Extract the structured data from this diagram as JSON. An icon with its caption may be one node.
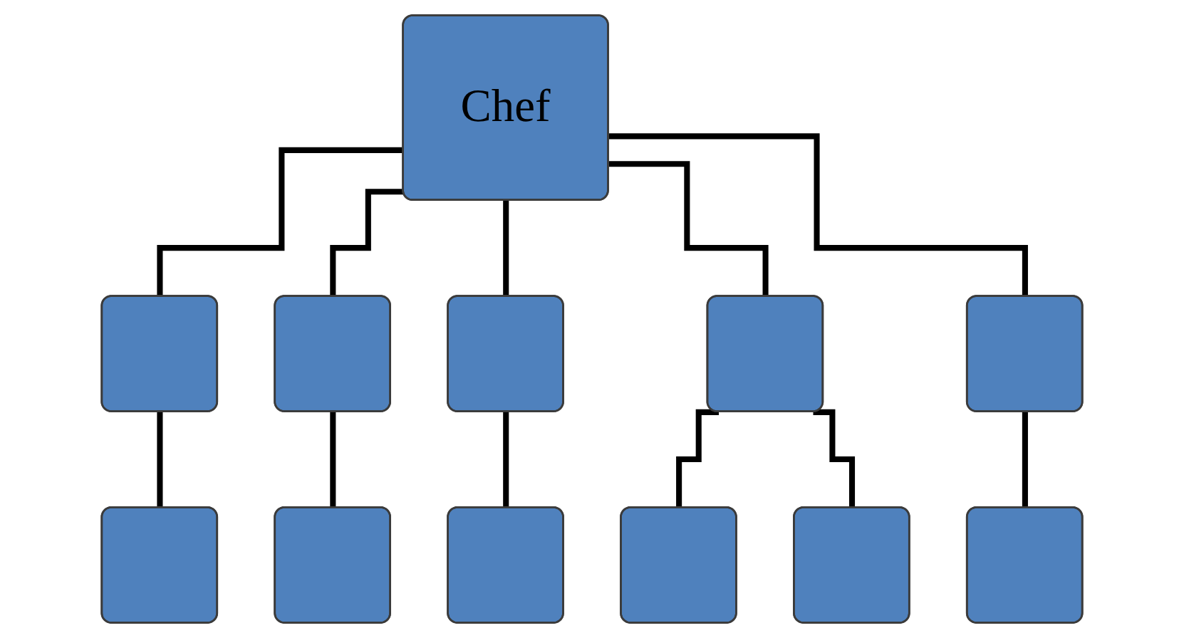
{
  "diagram": {
    "nodes": [
      {
        "text": [
          "Chef"
        ]
      },
      {
        "text": [],
        "shape": "box"
      },
      {
        "text": [],
        "shape": "box"
      },
      {
        "text": [],
        "shape": "box"
      },
      {
        "text": [],
        "shape": "box"
      },
      {
        "text": [],
        "shape": "box"
      },
      {
        "text": [],
        "shape": "box"
      },
      {
        "text": [],
        "shape": "box"
      },
      {
        "text": [],
        "shape": "box"
      },
      {
        "text": [],
        "shape": "box"
      },
      {
        "text": [],
        "shape": "box"
      },
      {
        "text": [],
        "shape": "box"
      }
    ],
    "edges": [
      {
        "from": 0,
        "to": 1,
        "arrow": "none"
      },
      {
        "from": 0,
        "to": 2,
        "arrow": "none"
      },
      {
        "from": 0,
        "to": 3,
        "arrow": "none"
      },
      {
        "from": 0,
        "to": 4,
        "arrow": "none"
      },
      {
        "from": 0,
        "to": 5,
        "arrow": "none"
      },
      {
        "from": 1,
        "to": 6,
        "arrow": "none"
      },
      {
        "from": 2,
        "to": 7,
        "arrow": "none"
      },
      {
        "from": 3,
        "to": 8,
        "arrow": "none"
      },
      {
        "from": 4,
        "to": 9,
        "arrow": "none"
      },
      {
        "from": 4,
        "to": 10,
        "arrow": "none"
      },
      {
        "from": 5,
        "to": 11,
        "arrow": "none"
      }
    ]
  }
}
